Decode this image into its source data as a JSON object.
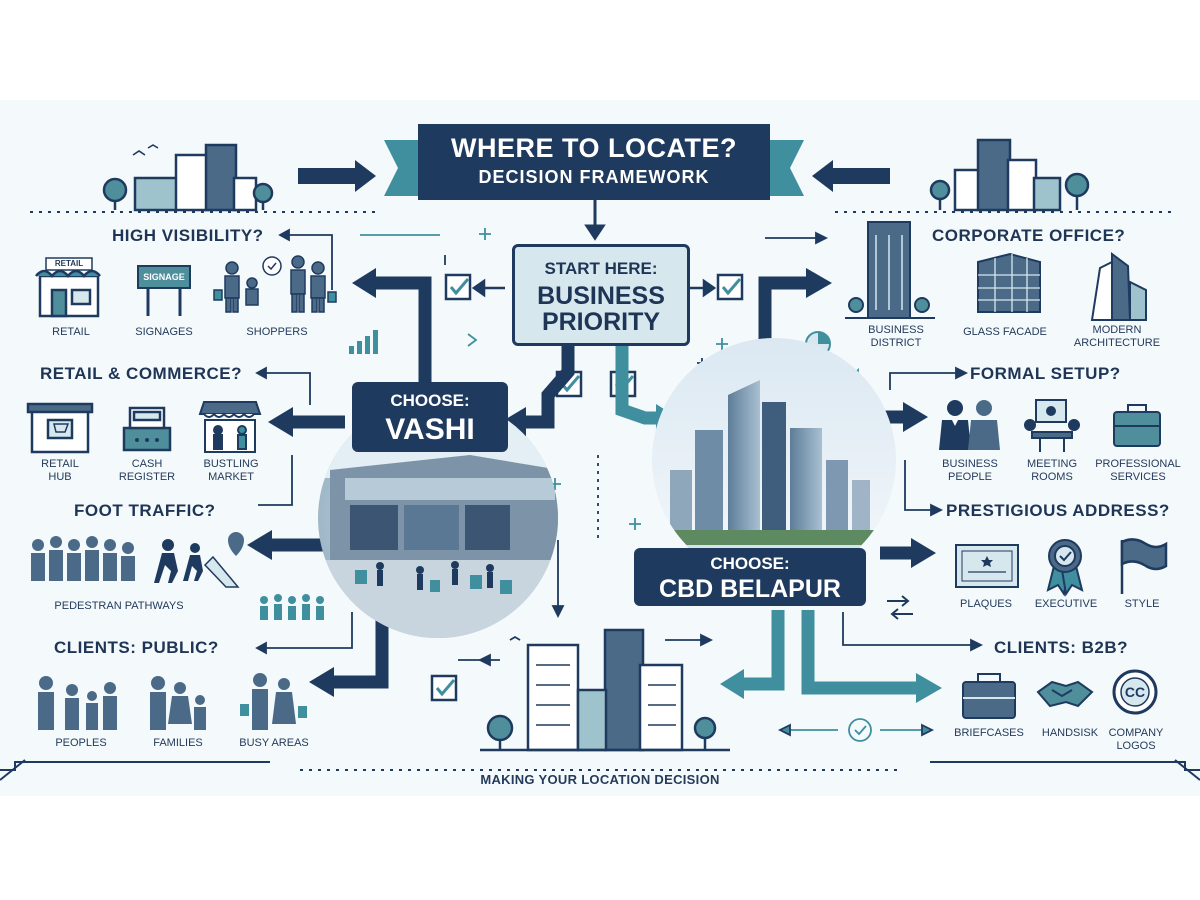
{
  "title": "WHERE TO LOCATE?",
  "subtitle": "DECISION FRAMEWORK",
  "start": {
    "line1": "START HERE:",
    "line2": "BUSINESS\nPRIORITY"
  },
  "vashi": {
    "line1": "CHOOSE:",
    "line2": "VASHI"
  },
  "cbd": {
    "line1": "CHOOSE:",
    "line2": "CBD BELAPUR"
  },
  "left_questions": {
    "high_visibility": "HIGH VISIBILITY?",
    "retail_commerce": "RETAIL & COMMERCE?",
    "foot_traffic": "FOOT TRAFFIC?",
    "clients_public": "CLIENTS: PUBLIC?"
  },
  "left_icons": {
    "retail": "RETAIL",
    "signages": "SIGNAGES",
    "shoppers": "SHOPPERS",
    "retail_hub": "RETAIL\nHUB",
    "cash_register": "CASH\nREGISTER",
    "bustling_market": "BUSTLING\nMARKET",
    "pedestrian_pathways": "PEDESTRAN PATHWAYS",
    "peoples": "PEOPLES",
    "families": "FAMILIES",
    "busy_areas": "BUSY AREAS"
  },
  "icon_text": {
    "retail_sign": "RETAIL",
    "signage_board": "SIGNAGE",
    "logo": "CC"
  },
  "right_questions": {
    "corporate_office": "CORPORATE OFFICE?",
    "formal_setup": "FORMAL SETUP?",
    "prestigious_address": "PRESTIGIOUS ADDRESS?",
    "clients_b2b": "CLIENTS: B2B?"
  },
  "right_icons": {
    "business_district": "BUSINESS\nDISTRICT",
    "glass_facade": "GLASS FACADE",
    "modern_architecture": "MODERN\nARCHITECTURE",
    "business_people": "BUSINESS\nPEOPLE",
    "meeting_rooms": "MEETING\nROOMS",
    "professional_services": "PROFESSIONAL\nSERVICES",
    "plaques": "PLAQUES",
    "executive": "EXECUTIVE",
    "style": "STYLE",
    "briefcases": "BRIEFCASES",
    "handshake": "HANDSISK",
    "company_logos": "COMPANY\nLOGOS"
  },
  "footer": "MAKING YOUR LOCATION DECISION",
  "colors": {
    "navy": "#1f3a5f",
    "teal": "#3f8f9f",
    "light_bg": "#d6e8ee",
    "text": "#243b5c"
  }
}
